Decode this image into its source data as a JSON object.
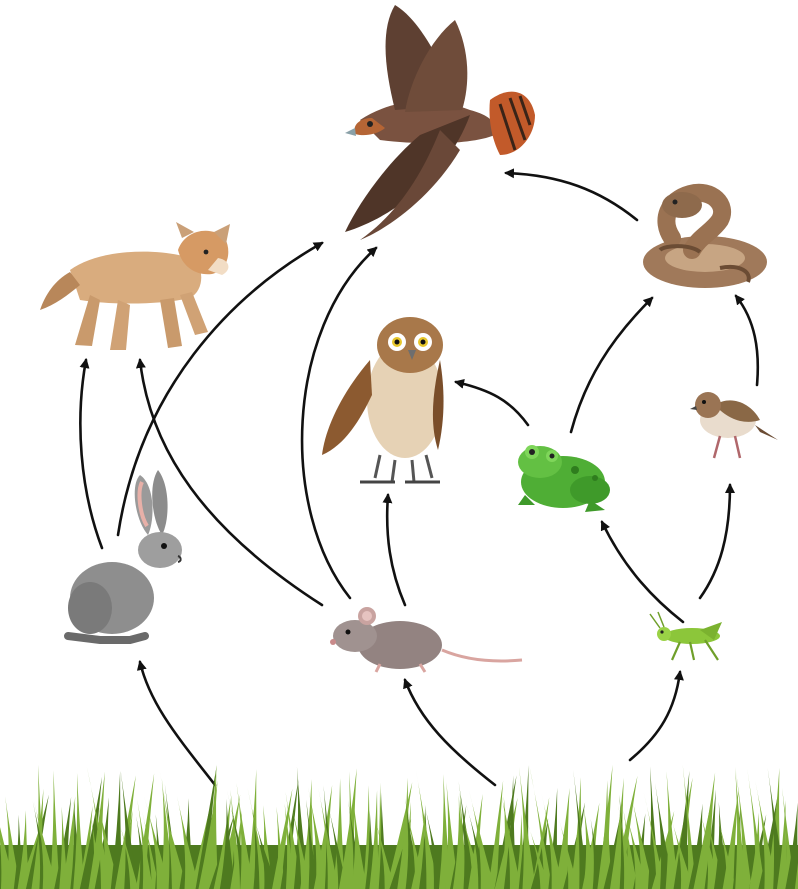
{
  "diagram": {
    "kind": "food-web",
    "organisms": [
      {
        "id": "hawk",
        "icon": "hawk-icon"
      },
      {
        "id": "coyote",
        "icon": "coyote-icon"
      },
      {
        "id": "snake",
        "icon": "rattlesnake-icon"
      },
      {
        "id": "owl",
        "icon": "owl-icon"
      },
      {
        "id": "frog",
        "icon": "frog-icon"
      },
      {
        "id": "sparrow",
        "icon": "sparrow-icon"
      },
      {
        "id": "rabbit",
        "icon": "rabbit-icon"
      },
      {
        "id": "mouse",
        "icon": "mouse-icon"
      },
      {
        "id": "grasshopper",
        "icon": "grasshopper-icon"
      },
      {
        "id": "grass",
        "icon": "grass-icon"
      }
    ],
    "arrows": [
      {
        "from": "grass",
        "to": "rabbit"
      },
      {
        "from": "grass",
        "to": "mouse"
      },
      {
        "from": "grass",
        "to": "grasshopper"
      },
      {
        "from": "rabbit",
        "to": "coyote"
      },
      {
        "from": "rabbit",
        "to": "hawk"
      },
      {
        "from": "mouse",
        "to": "coyote"
      },
      {
        "from": "mouse",
        "to": "hawk"
      },
      {
        "from": "mouse",
        "to": "owl"
      },
      {
        "from": "grasshopper",
        "to": "frog"
      },
      {
        "from": "grasshopper",
        "to": "sparrow"
      },
      {
        "from": "frog",
        "to": "owl"
      },
      {
        "from": "frog",
        "to": "snake"
      },
      {
        "from": "sparrow",
        "to": "snake"
      },
      {
        "from": "snake",
        "to": "hawk"
      }
    ],
    "colors": {
      "arrow": "#111111",
      "grass_dark": "#4e7a1f",
      "grass_light": "#7fb03a",
      "hawk": "#6b4a3a",
      "coyote": "#d8a878",
      "snake": "#a57a58",
      "owl": "#a66a3a",
      "frog": "#58b23c",
      "sparrow": "#8a6a4a",
      "rabbit": "#8a8a8a",
      "mouse": "#9a8a88",
      "grasshopper": "#8ac43a"
    }
  }
}
